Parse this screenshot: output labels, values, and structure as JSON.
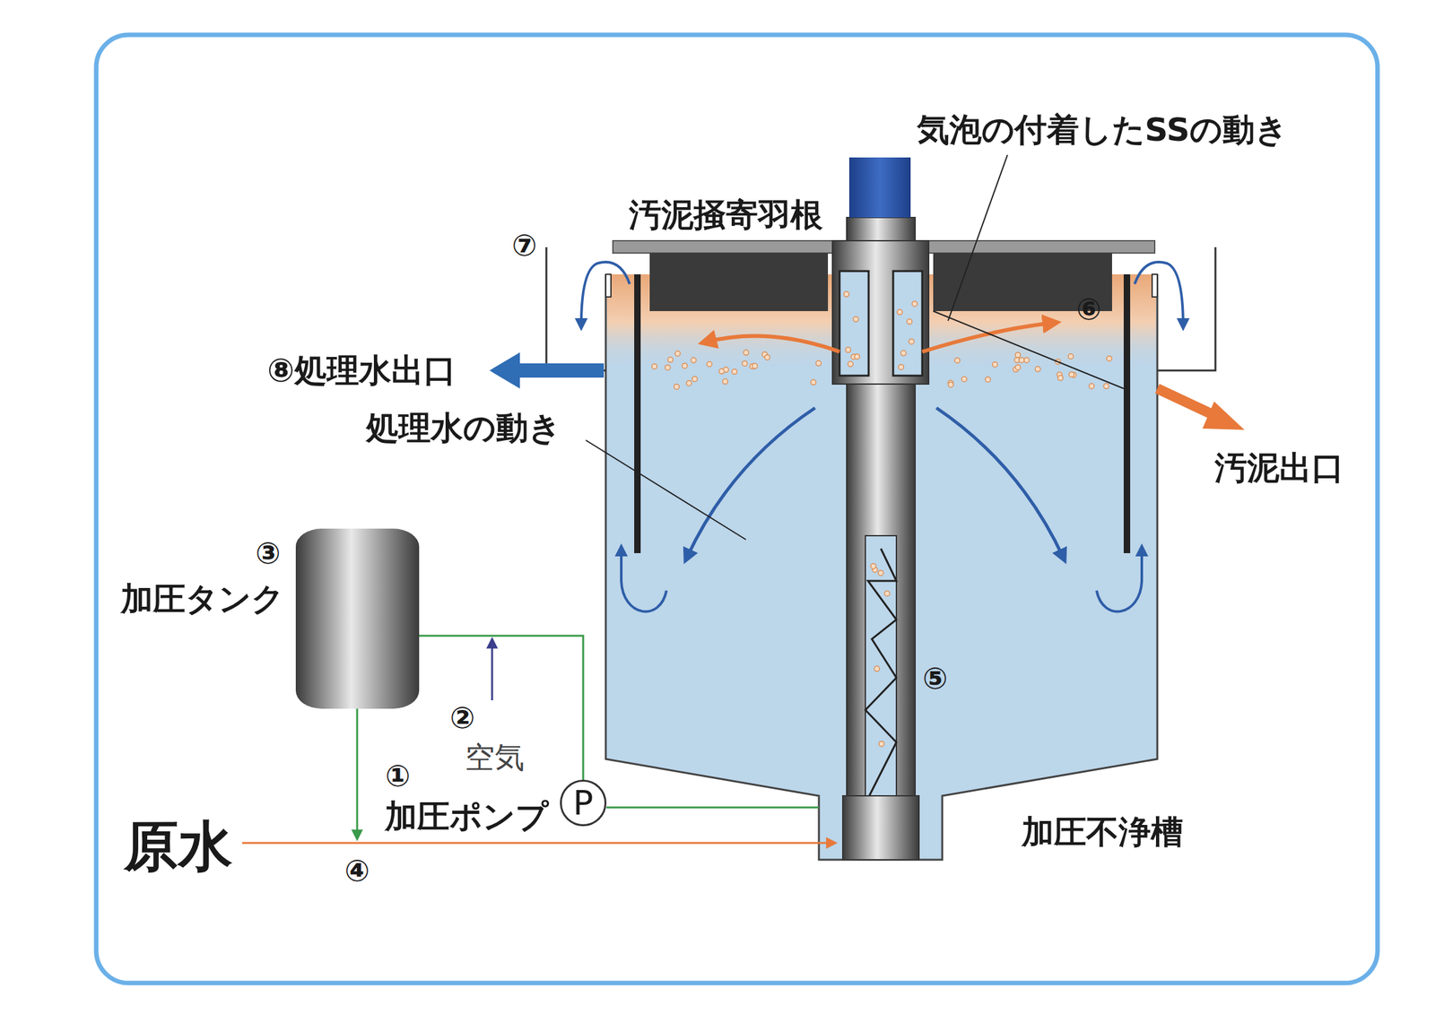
{
  "diagram": {
    "nodes": [
      {
        "text": [
          "③",
          "加圧タンク"
        ]
      },
      {
        "text": [
          "P"
        ]
      }
    ],
    "edges": [
      {
        "from": 1,
        "to": 0,
        "arrow": "none"
      }
    ],
    "labels": [
      "汚泥掻寄羽根",
      "気泡の付着したSSの動き",
      "⑦",
      "⑥",
      "⑧処理水出口",
      "処理水の動き",
      "汚泥出口",
      "②",
      "空気",
      "①",
      "加圧ポンプ",
      "⑤",
      "加圧不浄槽",
      "原水",
      "④"
    ]
  }
}
